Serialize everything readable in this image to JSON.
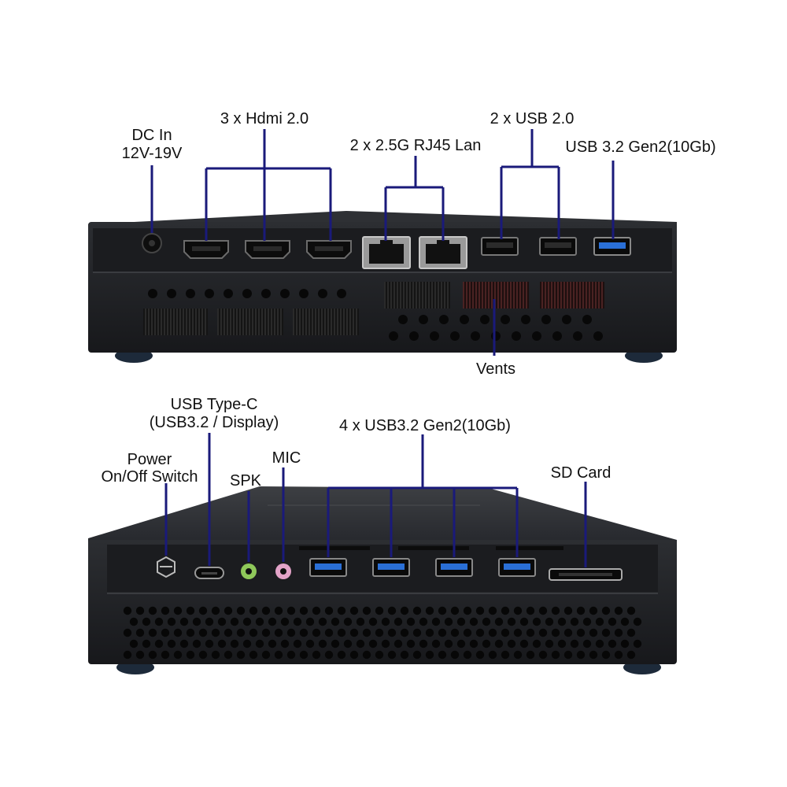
{
  "colors": {
    "leader": "#1a1a7a",
    "chassis": "#2b2d30",
    "panel": "#18191b",
    "usb3_blue": "#2a6fd6",
    "spk_green": "#8fc85a",
    "mic_pink": "#e3a3c8"
  },
  "rear_panel": {
    "labels": {
      "dc_in_line1": "DC In",
      "dc_in_line2": "12V-19V",
      "hdmi": "3 x Hdmi 2.0",
      "lan": "2 x 2.5G RJ45 Lan",
      "usb2": "2 x USB 2.0",
      "usb32": "USB 3.2 Gen2(10Gb)",
      "vents": "Vents"
    },
    "ports": {
      "hdmi_count": 3,
      "lan_count": 2,
      "usb2_count": 2,
      "usb3_count": 1
    }
  },
  "front_panel": {
    "labels": {
      "usbc_line1": "USB Type-C",
      "usbc_line2": "(USB3.2 / Display)",
      "usb_front": "4 x USB3.2 Gen2(10Gb)",
      "power_line1": "Power",
      "power_line2": "On/Off Switch",
      "mic": "MIC",
      "spk": "SPK",
      "sd": "SD Card"
    },
    "ports": {
      "usb3_count": 4
    }
  },
  "icons": [
    "power-button-icon",
    "dc-jack-icon",
    "hdmi-port-icon",
    "rj45-port-icon",
    "usb-port-icon",
    "usb-c-port-icon",
    "audio-jack-icon",
    "sd-slot-icon"
  ]
}
